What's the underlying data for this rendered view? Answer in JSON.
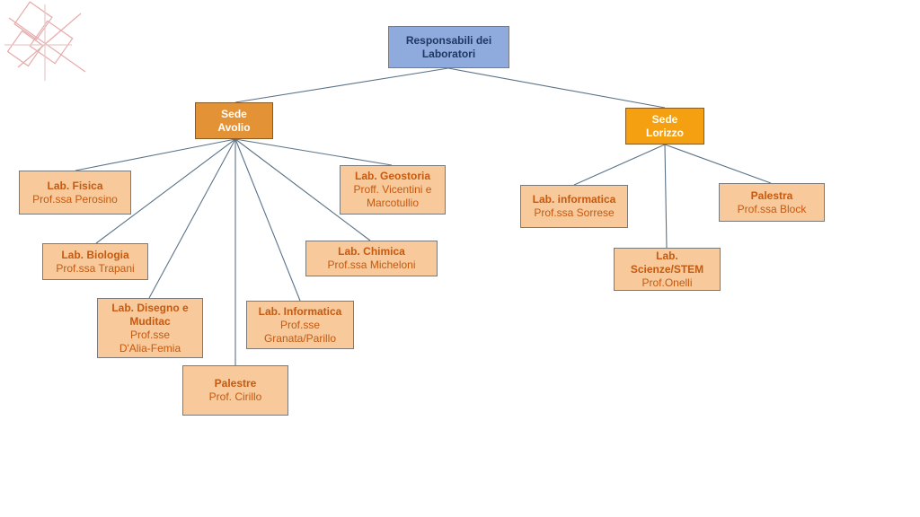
{
  "root": {
    "line1": "Responsabili dei",
    "line2": "Laboratori"
  },
  "sedi": [
    {
      "line1": "Sede",
      "line2": "Avolio"
    },
    {
      "line1": "Sede",
      "line2": "Lorizzo"
    }
  ],
  "labs": [
    {
      "title": [
        "Lab. Fisica"
      ],
      "lines": [
        "Prof.ssa Perosino"
      ]
    },
    {
      "title": [
        "Lab. Biologia"
      ],
      "lines": [
        "Prof.ssa Trapani"
      ]
    },
    {
      "title": [
        "Lab. Disegno e",
        "Muditac"
      ],
      "lines": [
        "Prof.sse",
        "D'Alia-Femia"
      ]
    },
    {
      "title": [
        "Palestre"
      ],
      "lines": [
        "Prof. Cirillo"
      ]
    },
    {
      "title": [
        "Lab. Informatica"
      ],
      "lines": [
        "Prof.sse",
        "Granata/Parillo"
      ]
    },
    {
      "title": [
        "Lab. Chimica"
      ],
      "lines": [
        "Prof.ssa Micheloni"
      ]
    },
    {
      "title": [
        "Lab. Geostoria"
      ],
      "lines": [
        "Proff. Vicentini e",
        "Marcotullio"
      ]
    },
    {
      "title": [
        "Lab. informatica"
      ],
      "lines": [
        "Prof.ssa Sorrese"
      ]
    },
    {
      "title": [
        "Lab.",
        "Scienze/STEM"
      ],
      "lines": [
        "Prof.Onelli"
      ]
    },
    {
      "title": [
        "Palestra"
      ],
      "lines": [
        "Prof.ssa Block"
      ]
    }
  ],
  "colors": {
    "connector": "#5b7388",
    "root": "#8faadc",
    "sede_avolio": "#e39336",
    "sede_lorizzo": "#f4a011",
    "lab": "#f7c99b",
    "lab_text": "#c55a11"
  }
}
